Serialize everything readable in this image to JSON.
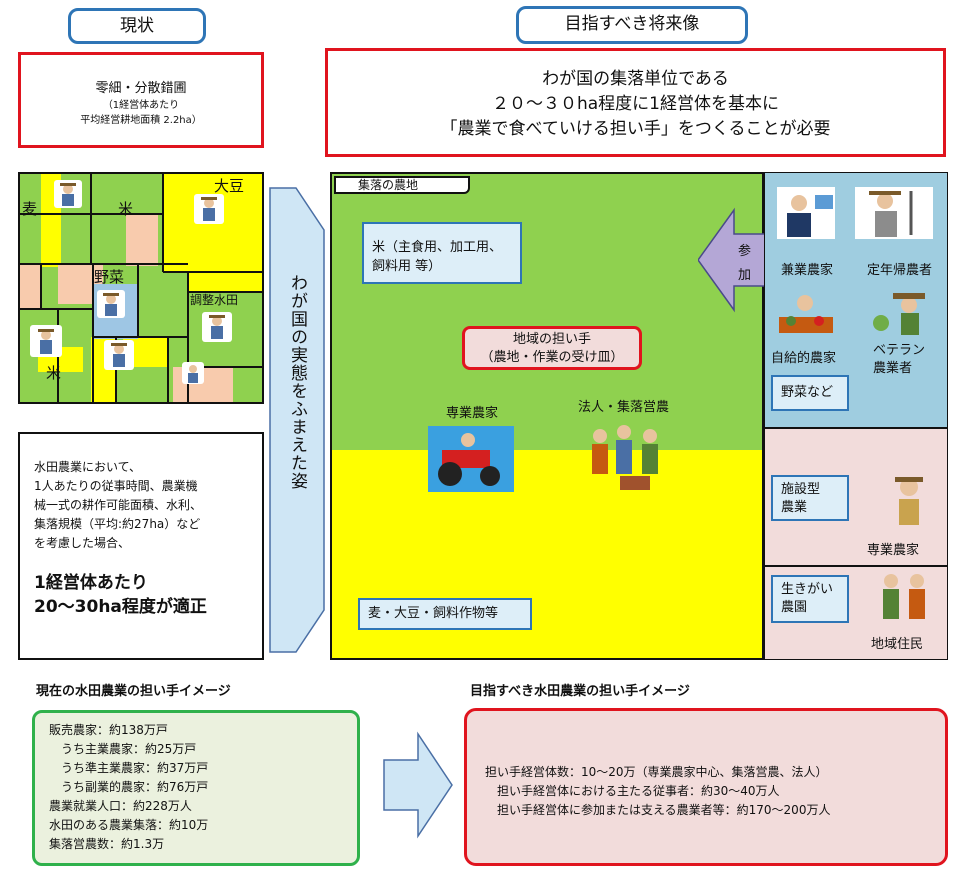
{
  "left": {
    "header": "現状",
    "status_box": {
      "line1": "零細・分散錯圃",
      "line2": "（1経営体あたり",
      "line3": "平均経営耕地面積 2.2ha）"
    },
    "field_labels": {
      "soy": "大豆",
      "wheat": "麦",
      "rice1": "米",
      "veg": "野菜",
      "paddy": "調整水田",
      "rice2": "米"
    },
    "description": {
      "lines": [
        "水田農業において、",
        "1人あたりの従事時間、農業機",
        "械一式の耕作可能面積、水利、",
        "集落規模（平均:約27ha）など",
        "を考慮した場合、"
      ],
      "emph1": "1経営体あたり",
      "emph2": "20～30ha程度が適正"
    }
  },
  "arrow_text": "わが国の実態をふまえた姿",
  "right": {
    "header": "目指すべき将来像",
    "goal_box": {
      "line1": "わが国の集落単位である",
      "line2": "２０～３０ha程度に1経営体を基本に",
      "line3": "「農業で食べていける担い手」をつくることが必要"
    },
    "farmland": {
      "title": "集落の農地",
      "rice_box": {
        "line1": "米（主食用、加工用、",
        "line2": "飼料用 等）"
      },
      "wheat_box": "麦・大豆・飼料作物等",
      "leader_box": {
        "line1": "地域の担い手",
        "line2": "（農地・作業の受け皿）"
      },
      "specialist_label": "専業農家",
      "corp_label": "法人・集落営農",
      "join_arrow": {
        "line1": "参",
        "line2": "加"
      }
    },
    "side": {
      "part_time": "兼業農家",
      "retired": "定年帰農者",
      "self_sufficient": "自給的農家",
      "veteran": {
        "line1": "ベテラン",
        "line2": "農業者"
      },
      "veg_box": "野菜など",
      "facility_box": {
        "line1": "施設型",
        "line2": "農業"
      },
      "facility_label": "専業農家",
      "garden_box": {
        "line1": "生きがい",
        "line2": "農園"
      },
      "resident_label": "地域住民"
    }
  },
  "bottom": {
    "current_title": "現在の水田農業の担い手イメージ",
    "future_title": "目指すべき水田農業の担い手イメージ",
    "current_lines": [
      "販売農家：約138万戸",
      "　うち主業農家：約25万戸",
      "　うち準主業農家：約37万戸",
      "　うち副業的農家：約76万戸",
      "農業就業人口：約228万人",
      "水田のある農業集落：約10万",
      "集落営農数：約1.3万"
    ],
    "future_lines": [
      "担い手経営体数：10～20万（専業農家中心、集落営農、法人）",
      "　担い手経営体における主たる従事者：約30～40万人",
      "　担い手経営体に参加または支える農業者等：約170～200万人"
    ]
  },
  "colors": {
    "blue": "#2e75b6",
    "red": "#e0141e",
    "green_field": "#8fd14f",
    "yellow_field": "#ffff00",
    "peach": "#f8cbad",
    "green_border": "#2fb14b"
  },
  "icons": [
    "farmer-icon",
    "tractor-icon",
    "farmer-group-icon",
    "businessman-icon",
    "retired-farmer-icon",
    "vegetable-farmer-icon",
    "veteran-farmer-icon",
    "greenhouse-farmer-icon",
    "resident-couple-icon"
  ]
}
